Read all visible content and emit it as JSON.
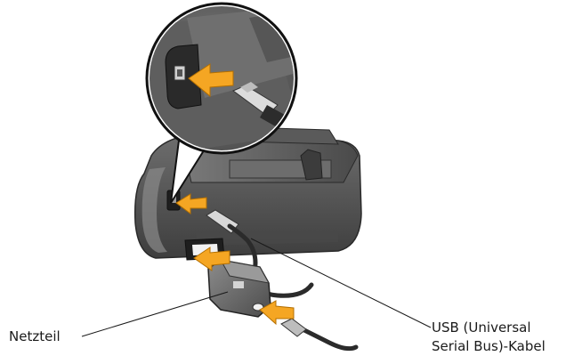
{
  "callouts": {
    "power_adapter": "Netzteil",
    "usb_cable_line1": "USB (Universal",
    "usb_cable_line2": "Serial Bus)-Kabel"
  },
  "colors": {
    "printer_body": "#5a5a5a",
    "printer_dark": "#3a3a3a",
    "printer_light": "#8a8a8a",
    "arrow": "#f5a623",
    "cable": "#2b2b2b",
    "leader_line": "#1a1a1a"
  }
}
